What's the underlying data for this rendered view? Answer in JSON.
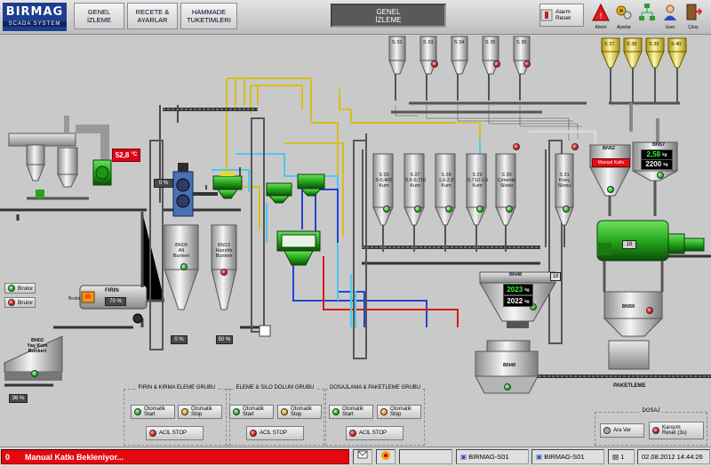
{
  "header": {
    "logo_text": "BIRMAG",
    "logo_subtitle": "SCADA SYSTEM",
    "nav": [
      {
        "label_1": "GENEL",
        "label_2": "İZLEME"
      },
      {
        "label_1": "RECETE &",
        "label_2": "AYARLAR"
      },
      {
        "label_1": "HAMMADE",
        "label_2": "TUKETIMLERI"
      }
    ],
    "screen_title_1": "GENEL",
    "screen_title_2": "İZLEME",
    "alarm_reset_1": "Alarm",
    "alarm_reset_2": "Reset",
    "icons": [
      {
        "name": "alarm-icon",
        "caption": "Alarm"
      },
      {
        "name": "settings-icon",
        "caption": "Ayarlar"
      },
      {
        "name": "network-icon",
        "caption": ""
      },
      {
        "name": "user-icon",
        "caption": "User"
      },
      {
        "name": "exit-icon",
        "caption": "Çıkış"
      }
    ]
  },
  "plant": {
    "silos_top": [
      "S 32",
      "S 33",
      "S 34",
      "S 35",
      "S 36"
    ],
    "silos_right": [
      "S 37",
      "S 38",
      "S 39",
      "S 40"
    ],
    "temp_value": "52,8",
    "temp_unit": "°C",
    "firin_label": "FIRIN",
    "firin_value": "70",
    "firin_unit": "%",
    "left_pct_1": "0",
    "left_pct_2": "0",
    "left_pct_3": "50",
    "pct_unit": "%",
    "bin_left": [
      {
        "code": "BN09",
        "l1": "Alt",
        "l2": "Bunkeri"
      },
      {
        "code": "BN13",
        "l1": "Hazırlık",
        "l2": "Bunkeri"
      }
    ],
    "bin_mid": [
      {
        "code": "S 26",
        "l1": "0-0,400",
        "l2": "Kum"
      },
      {
        "code": "S 27",
        "l1": "0,6-0,710",
        "l2": "Kum"
      },
      {
        "code": "S 28",
        "l1": "1,6-2,0",
        "l2": "Kum"
      },
      {
        "code": "S 29",
        "l1": "0,710-1,6",
        "l2": "Kum"
      },
      {
        "code": "S 30",
        "l1": "Çimento",
        "l2": "Silosu"
      },
      {
        "code": "S 31",
        "l1": "Kireç",
        "l2": "Silosu"
      }
    ],
    "bn48_label": "BN48",
    "bn48_value_1": "2023",
    "bn48_value_2": "2022",
    "kg_unit": "kg",
    "bn48_aux": "18",
    "bn49_label": "BN49",
    "bn52_label": "BN52",
    "bn52_status": "Manual Katkı",
    "bn57_label": "BN57",
    "bn57_value_1": "2,58",
    "bn57_value_2": "2200",
    "mixer_value": "18",
    "bn59_label": "BN59",
    "paketleme_label": "PAKETLEME",
    "bn02": {
      "code": "BN02",
      "l1": "Yaş Kum",
      "l2": "Bunkeri"
    },
    "bn02_value": "36",
    "brulor_1": "Brulor",
    "brulor_2": "Brulor",
    "brulor_tag": "Brulor"
  },
  "groups": [
    {
      "title": "FIRIN & KIRMA ELEME GRUBU",
      "start_1": "Otomatik",
      "start_2": "Start",
      "stop_1": "Otomatik",
      "stop_2": "Stop",
      "estop": "ACIL STOP"
    },
    {
      "title": "ELEME & SILO DOLUM GRUBU",
      "start_1": "Otomatik",
      "start_2": "Start",
      "stop_1": "Otomatik",
      "stop_2": "Stop",
      "estop": "ACIL STOP"
    },
    {
      "title": "DOSAJLAMA & PAKETLEME GRUBU",
      "start_1": "Otomatik",
      "start_2": "Start",
      "stop_1": "Otomatik",
      "stop_2": "Stop",
      "estop": "ACIL STOP"
    }
  ],
  "dosaj": {
    "title": "DOSAJ",
    "ara_ver": "Ara Ver",
    "karisim_1": "Karışım",
    "karisim_2": "Reset (3s)"
  },
  "status": {
    "code": "0",
    "message": "Manual Katkı Bekleniyor...",
    "station_1": "BIRMAG-S01",
    "station_2": "BIRMAG-S01",
    "count": "1",
    "datetime": "02.08.2012 14:44:26"
  },
  "colors": {
    "accent_blue": "#1d3d8e",
    "alarm_red": "#e4080f",
    "machine_green": "#1fa01a",
    "pipe_yellow": "#d8bf1d",
    "pipe_blue": "#2244cc",
    "pipe_cyan": "#4cc8ee",
    "pipe_red": "#d81818"
  }
}
